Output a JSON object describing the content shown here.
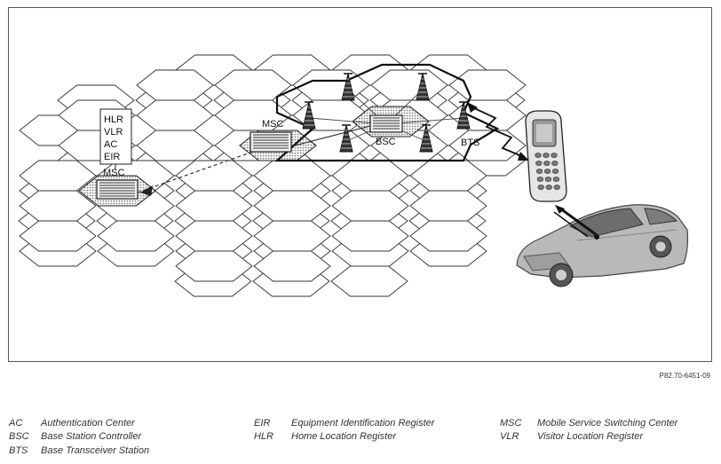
{
  "diagram": {
    "labels": {
      "msc_left": "MSC",
      "msc_center": "MSC",
      "bsc": "BSC",
      "bts": "BTS",
      "registers": [
        "HLR",
        "VLR",
        "AC",
        "EIR"
      ]
    }
  },
  "reference": "P82.70-6451-09",
  "legend": {
    "col1": [
      {
        "abbr": "AC",
        "text": "Authentication Center"
      },
      {
        "abbr": "BSC",
        "text": "Base Station Controller"
      },
      {
        "abbr": "BTS",
        "text": "Base Transceiver Station"
      }
    ],
    "col2": [
      {
        "abbr": "EIR",
        "text": "Equipment Identification Register"
      },
      {
        "abbr": "HLR",
        "text": "Home Location Register"
      }
    ],
    "col3": [
      {
        "abbr": "MSC",
        "text": "Mobile Service Switching Center"
      },
      {
        "abbr": "VLR",
        "text": "Visitor Location Register"
      }
    ]
  }
}
